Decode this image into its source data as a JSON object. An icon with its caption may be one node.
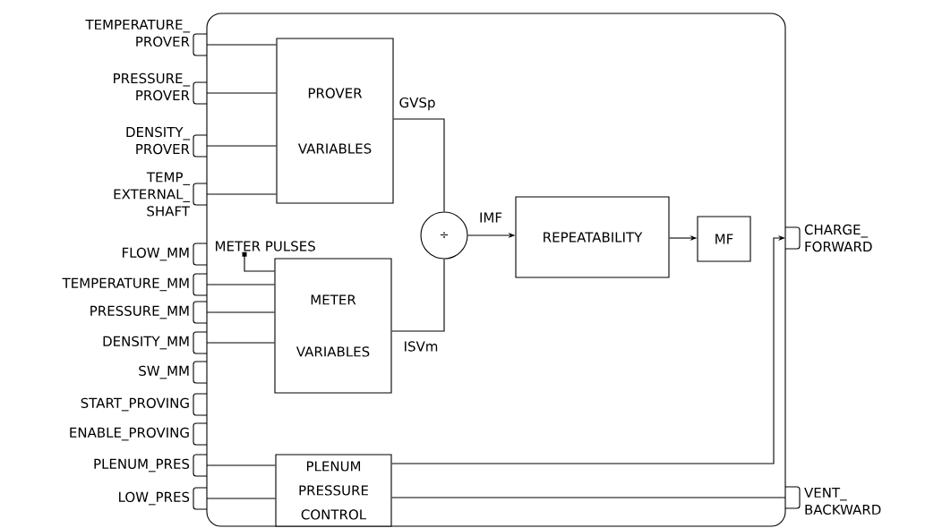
{
  "diagram": {
    "nodes": [
      {
        "text": [],
        "shape": "box"
      },
      {
        "text": [
          "TEMPERATURE_ PROVER"
        ]
      },
      {
        "text": [
          "PRESSURE_ PROVER"
        ]
      },
      {
        "text": [
          "DENSITY_ PROVER"
        ]
      },
      {
        "text": [
          "TEMP_ EXTERNAL_ SHAFT"
        ]
      },
      {
        "text": [
          "FLOW_MM"
        ]
      },
      {
        "text": [
          "TEMPERATURE_MM"
        ]
      },
      {
        "text": [
          "PRESSURE_MM"
        ]
      },
      {
        "text": [
          "DENSITY_MM"
        ]
      },
      {
        "text": [
          "SW_MM"
        ]
      },
      {
        "text": [
          "START_PROVING"
        ]
      },
      {
        "text": [
          "ENABLE_PROVING"
        ]
      },
      {
        "text": [
          "PLENUM_PRES"
        ]
      },
      {
        "text": [
          "LOW_PRES"
        ]
      },
      {
        "text": [
          "CHARGE_ FORWARD"
        ]
      },
      {
        "text": [
          "VENT_ BACKWARD"
        ]
      },
      {
        "text": [
          "PROVER VARIABLES"
        ],
        "in": 0
      },
      {
        "text": [
          "METER PULSES"
        ],
        "in": 0
      },
      {
        "text": [
          "METER VARIABLES"
        ],
        "in": 0
      },
      {
        "text": [
          "÷"
        ],
        "in": 0
      },
      {
        "text": [
          "REPEATABILITY"
        ],
        "in": 0
      },
      {
        "text": [
          "MF"
        ],
        "in": 0
      },
      {
        "text": [
          "PLENUM PRESSURE CONTROL"
        ],
        "in": 0
      }
    ],
    "edges": [
      {
        "from": 1,
        "to": 16,
        "arrow": "none"
      },
      {
        "from": 2,
        "to": 16,
        "arrow": "none"
      },
      {
        "from": 3,
        "to": 16,
        "arrow": "none"
      },
      {
        "from": 4,
        "to": 16,
        "arrow": "none"
      },
      {
        "from": 17,
        "to": 18,
        "arrow": "other"
      },
      {
        "from": 6,
        "to": 18,
        "arrow": "none"
      },
      {
        "from": 7,
        "to": 18,
        "arrow": "none"
      },
      {
        "from": 8,
        "to": 18,
        "arrow": "none"
      },
      {
        "from": 16,
        "to": 19,
        "arrow": "none",
        "label": "GVSp"
      },
      {
        "from": 18,
        "to": 19,
        "arrow": "none",
        "label": "ISVm"
      },
      {
        "from": 19,
        "to": 20,
        "arrow": "to",
        "label": "IMF"
      },
      {
        "from": 20,
        "to": 21,
        "arrow": "to"
      },
      {
        "from": 22,
        "to": 14,
        "arrow": "to"
      },
      {
        "from": 12,
        "to": 22,
        "arrow": "none"
      },
      {
        "from": 13,
        "to": 22,
        "arrow": "none"
      },
      {
        "from": 22,
        "to": 15,
        "arrow": "none"
      }
    ]
  }
}
